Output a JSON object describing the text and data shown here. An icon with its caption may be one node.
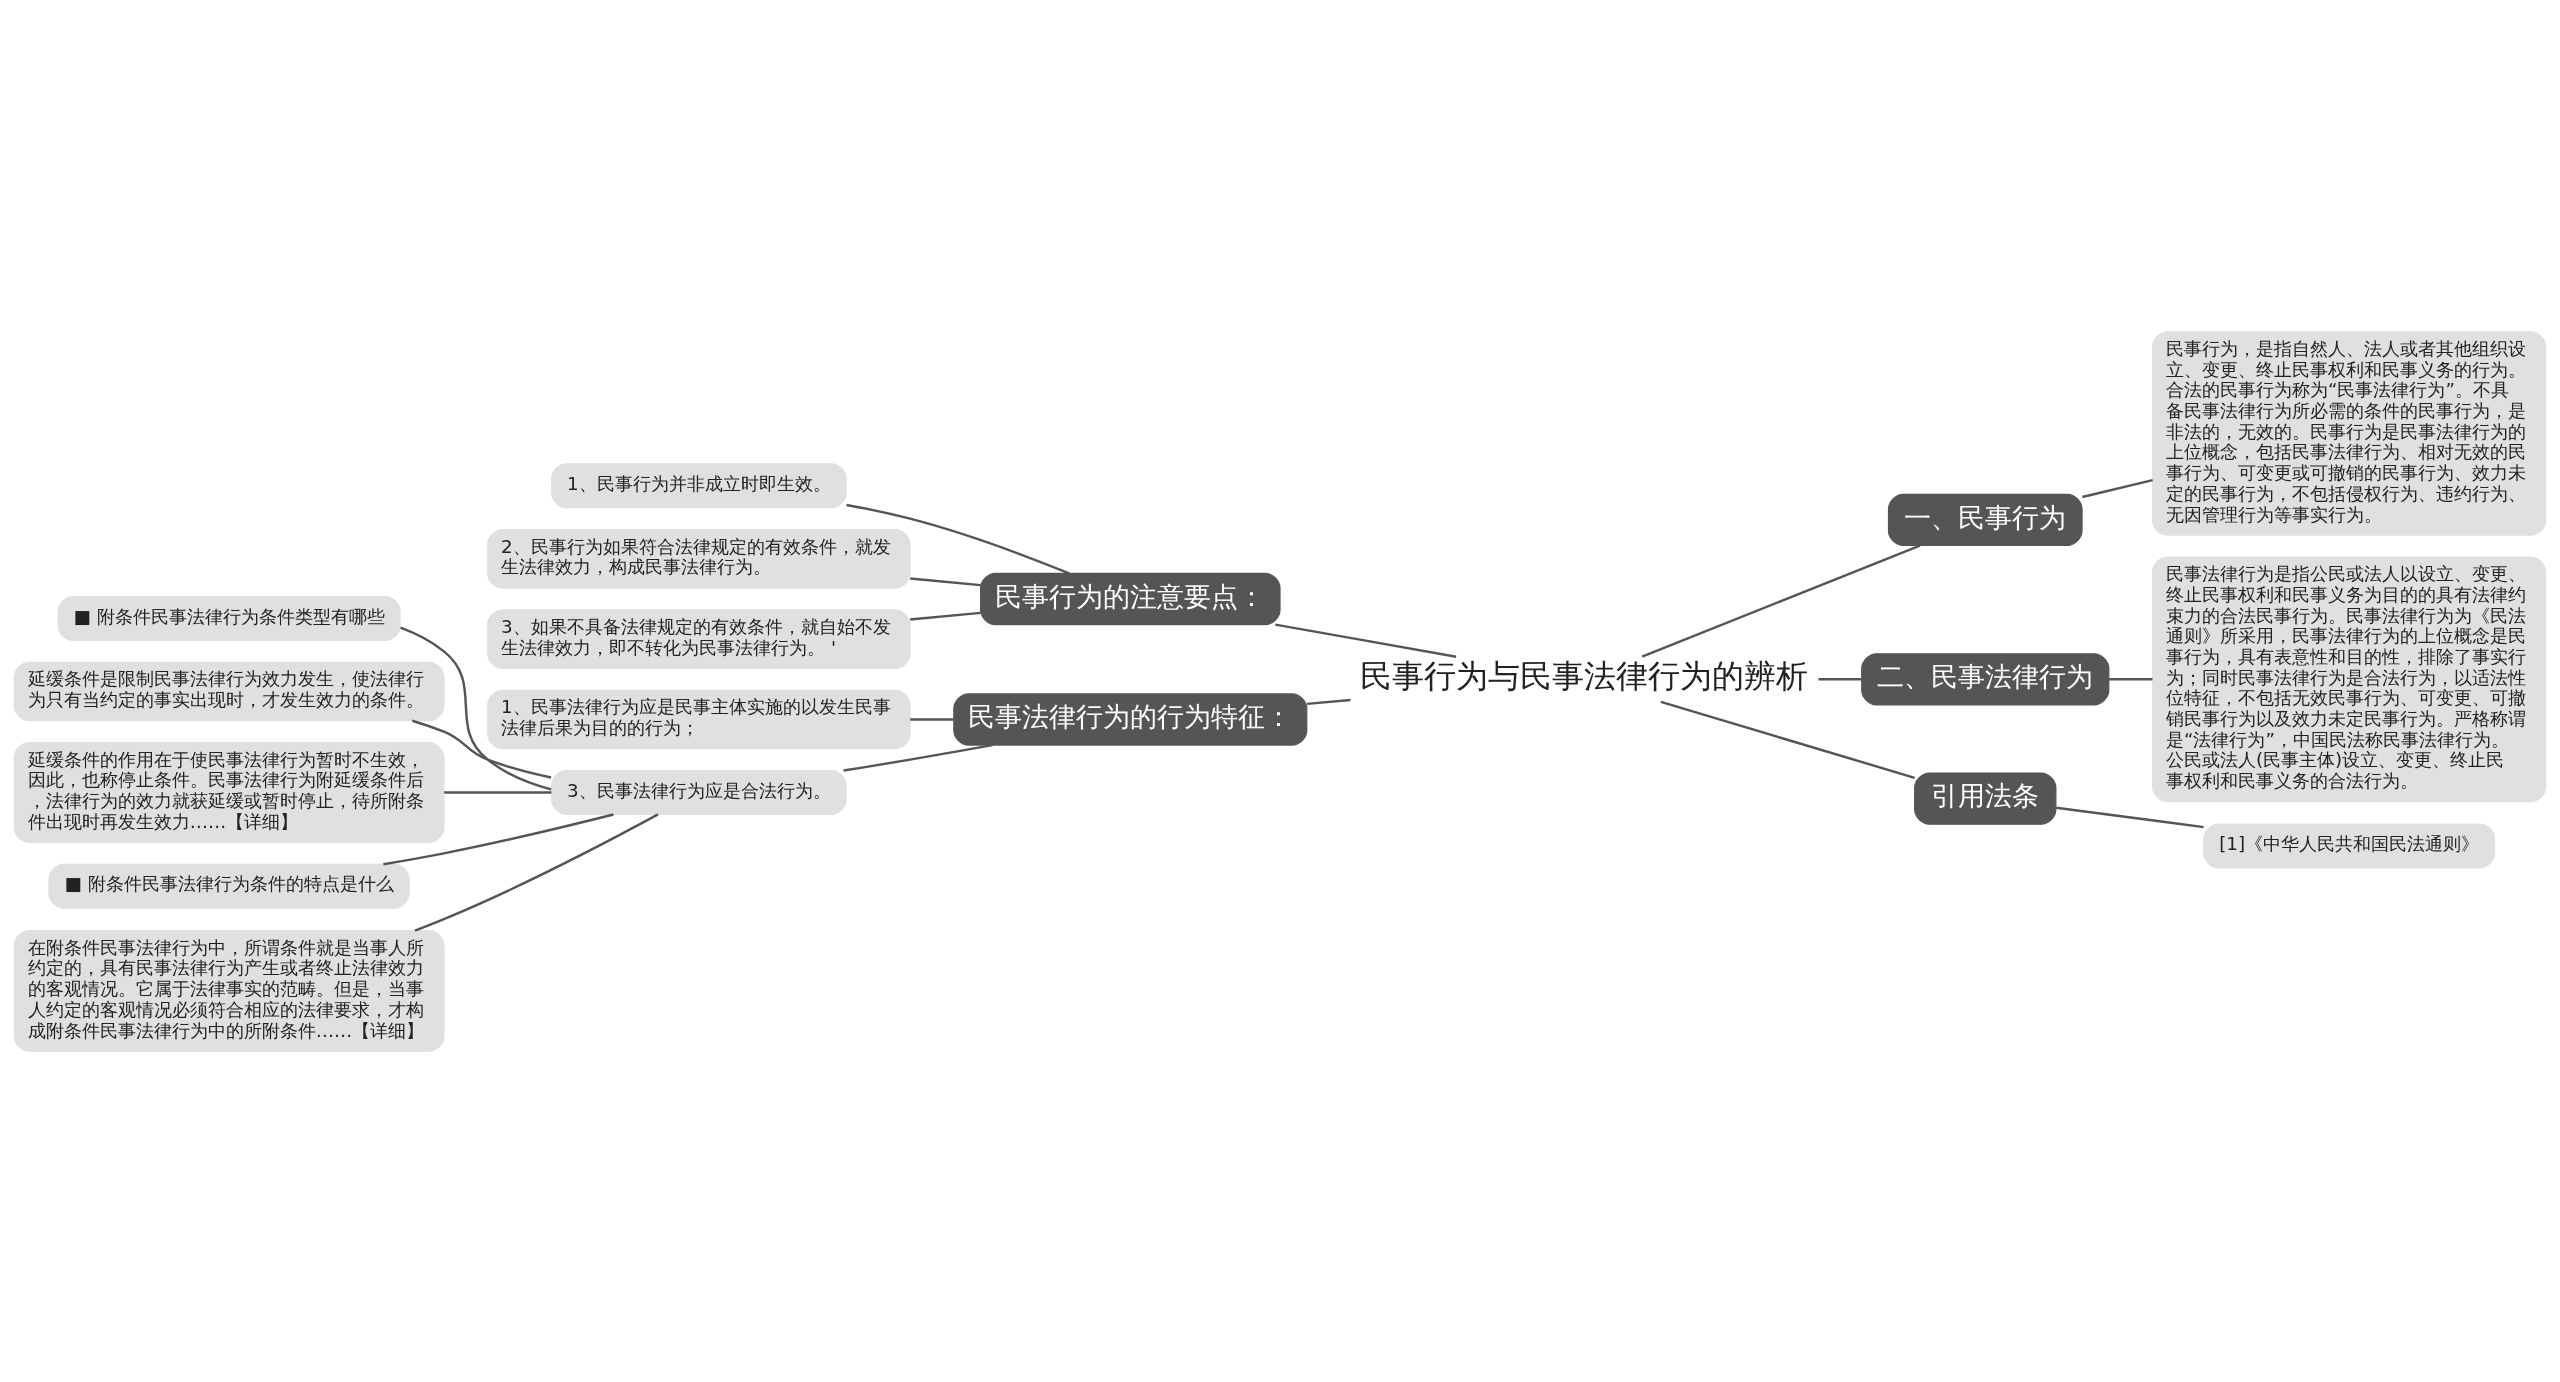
{
  "diagram": {
    "nodes": [
      {
        "text": [
          "民事行为与民事法律行为的辨析"
        ]
      },
      {
        "text": [
          "民事行为的注意要点："
        ]
      },
      {
        "text": [
          "1、民事行为并非成立时即生效。"
        ]
      },
      {
        "text": [
          "2、民事行为如果符合法律规定的有效条件，就发生法律效力，构成民事法律行为。"
        ]
      },
      {
        "text": [
          "3、如果不具备法律规定的有效条件，就自始不发生法律效力，即不转化为民事法律行为。 '"
        ]
      },
      {
        "text": [
          "民事法律行为的行为特征："
        ]
      },
      {
        "text": [
          "1、民事法律行为应是民事主体实施的以发生民事法律后果为目的的行为；"
        ]
      },
      {
        "text": [
          "3、民事法律行为应是合法行为。"
        ]
      },
      {
        "text": [
          "■ 附条件民事法律行为条件类型有哪些"
        ]
      },
      {
        "text": [
          "延缓条件是限制民事法律行为效力发生，使法律行为只有当约定的事实出现时，才发生效力的条件。"
        ]
      },
      {
        "text": [
          "延缓条件的作用在于使民事法律行为暂时不生效，因此，也称停止条件。民事法律行为附延缓条件后，法律行为的效力就获延缓或暂时停止，待所附条件出现时再发生效力……【详细】"
        ]
      },
      {
        "text": [
          "■ 附条件民事法律行为条件的特点是什么"
        ]
      },
      {
        "text": [
          "在附条件民事法律行为中，所谓条件就是当事人所约定的，具有民事法律行为产生或者终止法律效力的客观情况。它属于法律事实的范畴。但是，当事人约定的客观情况必须符合相应的法律要求，才构成附条件民事法律行为中的所附条件……【详细】"
        ]
      },
      {
        "text": [
          "一、民事行为"
        ]
      },
      {
        "text": [
          "民事行为，是指自然人、法人或者其他组织设立、变更、终止民事权利和民事义务的行为。合法的民事行为称为“民事法律行为”。不具备民事法律行为所必需的条件的民事行为，是非法的，无效的。民事行为是民事法律行为的上位概念，包括民事法律行为、相对无效的民事行为、可变更或可撤销的民事行为、效力未定的民事行为，不包括侵权行为、违约行为、无因管理行为等事实行为。"
        ]
      },
      {
        "text": [
          "二、民事法律行为"
        ]
      },
      {
        "text": [
          "民事法律行为是指公民或法人以设立、变更、终止民事权利和民事义务为目的的具有法律约束力的合法民事行为。民事法律行为为《民法通则》所采用，民事法律行为的上位概念是民事行为，具有表意性和目的性，排除了事实行为；同时民事法律行为是合法行为，以适法性位特征，不包括无效民事行为、可变更、可撤销民事行为以及效力未定民事行为。严格称谓是“法律行为”，中国民法称民事法律行为。公民或法人(民事主体)设立、变更、终止民事权利和民事义务的合法行为。"
        ]
      },
      {
        "text": [
          "引用法条"
        ]
      },
      {
        "text": [
          "[1]《中华人民共和国民法通则》"
        ]
      }
    ],
    "edges": [
      {
        "from": 0,
        "to": 1,
        "arrow": "none"
      },
      {
        "from": 1,
        "to": 2,
        "arrow": "none"
      },
      {
        "from": 1,
        "to": 3,
        "arrow": "none"
      },
      {
        "from": 1,
        "to": 4,
        "arrow": "none"
      },
      {
        "from": 0,
        "to": 5,
        "arrow": "none"
      },
      {
        "from": 5,
        "to": 6,
        "arrow": "none"
      },
      {
        "from": 5,
        "to": 7,
        "arrow": "none"
      },
      {
        "from": 7,
        "to": 8,
        "arrow": "none"
      },
      {
        "from": 7,
        "to": 9,
        "arrow": "none"
      },
      {
        "from": 7,
        "to": 10,
        "arrow": "none"
      },
      {
        "from": 7,
        "to": 11,
        "arrow": "none"
      },
      {
        "from": 7,
        "to": 12,
        "arrow": "none"
      },
      {
        "from": 0,
        "to": 13,
        "arrow": "none"
      },
      {
        "from": 13,
        "to": 14,
        "arrow": "none"
      },
      {
        "from": 0,
        "to": 15,
        "arrow": "none"
      },
      {
        "from": 15,
        "to": 16,
        "arrow": "none"
      },
      {
        "from": 0,
        "to": 17,
        "arrow": "none"
      },
      {
        "from": 17,
        "to": 18,
        "arrow": "none"
      }
    ]
  }
}
